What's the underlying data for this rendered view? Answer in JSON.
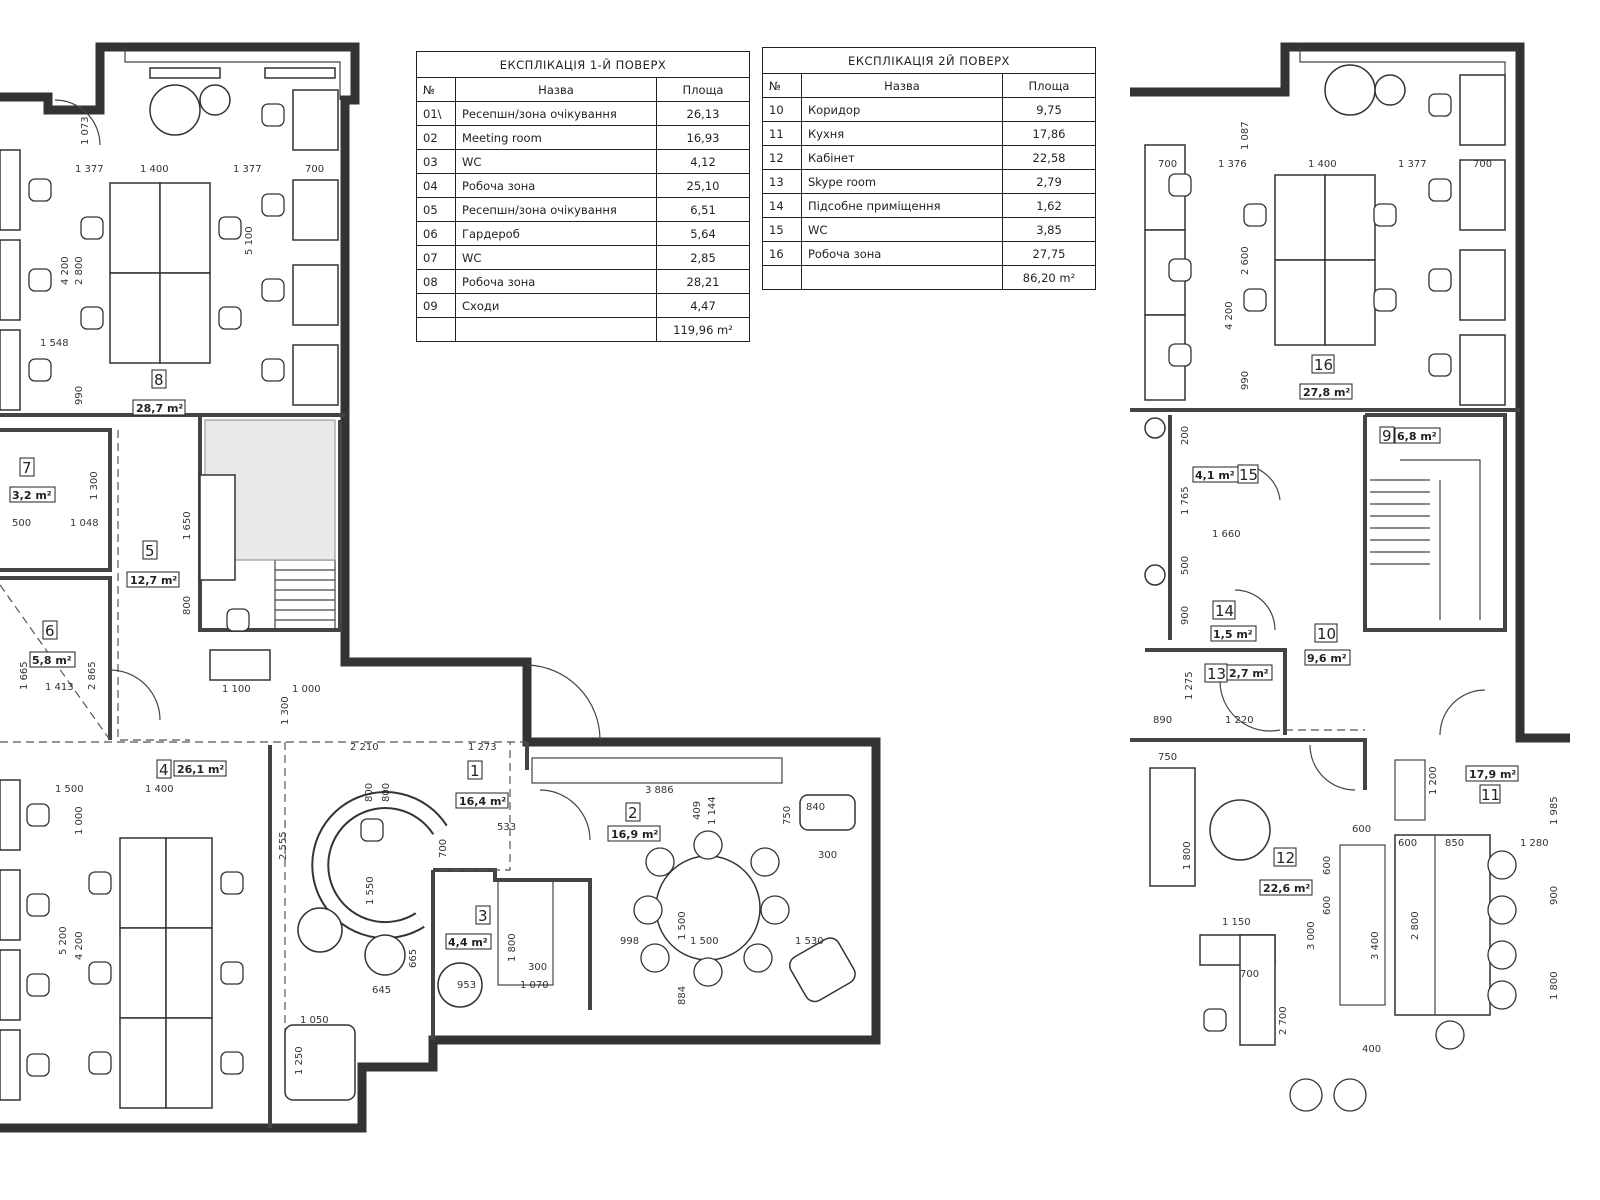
{
  "table1": {
    "title": "ЕКСПЛІКАЦІЯ 1-Й ПОВЕРХ",
    "headers": [
      "№",
      "Назва",
      "Площа"
    ],
    "rows": [
      [
        "01\\",
        "Ресепшн/зона очікування",
        "26,13"
      ],
      [
        "02",
        "Meeting room",
        "16,93"
      ],
      [
        "03",
        "WC",
        "4,12"
      ],
      [
        "04",
        "Робоча зона",
        "25,10"
      ],
      [
        "05",
        "Ресепшн/зона очікування",
        "6,51"
      ],
      [
        "06",
        "Гардероб",
        "5,64"
      ],
      [
        "07",
        "WC",
        "2,85"
      ],
      [
        "08",
        "Робоча зона",
        "28,21"
      ],
      [
        "09",
        "Сходи",
        "4,47"
      ]
    ],
    "total": "119,96 m²"
  },
  "table2": {
    "title": "ЕКСПЛІКАЦІЯ 2Й ПОВЕРХ",
    "headers": [
      "№",
      "Назва",
      "Площа"
    ],
    "rows": [
      [
        "10",
        "Коридор",
        "9,75"
      ],
      [
        "11",
        "Кухня",
        "17,86"
      ],
      [
        "12",
        "Кабінет",
        "22,58"
      ],
      [
        "13",
        "Skype room",
        "2,79"
      ],
      [
        "14",
        "Підсобне приміщення",
        "1,62"
      ],
      [
        "15",
        "WC",
        "3,85"
      ],
      [
        "16",
        "Робоча зона",
        "27,75"
      ]
    ],
    "total": "86,20 m²"
  },
  "rooms": {
    "r8": {
      "num": "8",
      "area": "28,7 m²"
    },
    "r7": {
      "num": "7",
      "area": "3,2 m²"
    },
    "r5": {
      "num": "5",
      "area": "12,7 m²"
    },
    "r6": {
      "num": "6",
      "area": "5,8 m²"
    },
    "r4": {
      "num": "4",
      "area": "26,1 m²"
    },
    "r1": {
      "num": "1",
      "area": "16,4 m²"
    },
    "r2": {
      "num": "2",
      "area": "16,9 m²"
    },
    "r3": {
      "num": "3",
      "area": "4,4 m²"
    },
    "r16": {
      "num": "16",
      "area": "27,8 m²"
    },
    "r9": {
      "num": "9",
      "area": "6,8 m²"
    },
    "r15": {
      "num": "15",
      "area": "4,1 m²"
    },
    "r14": {
      "num": "14",
      "area": "1,5 m²"
    },
    "r10": {
      "num": "10",
      "area": "9,6 m²"
    },
    "r13": {
      "num": "13",
      "area": "2,7 m²"
    },
    "r12": {
      "num": "12",
      "area": "22,6 m²"
    },
    "r11": {
      "num": "11",
      "area": "17,9 m²"
    }
  },
  "dims": {
    "d1": "1 377",
    "d2": "1 400",
    "d3": "1 377",
    "d4": "700",
    "d5": "1 073",
    "d6": "5 100",
    "d7": "2 800",
    "d8": "4 200",
    "d9": "1 548",
    "d10": "990",
    "d11": "1 650",
    "d12": "800",
    "d13": "500",
    "d14": "1 048",
    "d15": "1 300",
    "d16": "1 413",
    "d17": "2 865",
    "d18": "1 665",
    "d19": "1 100",
    "d20": "1 000",
    "d21": "1 300",
    "d22": "2 210",
    "d23": "1 273",
    "d24": "1 500",
    "d25": "1 400",
    "d26": "1 000",
    "d27": "5 200",
    "d28": "4 200",
    "d29": "2 555",
    "d30": "533",
    "d31": "700",
    "d32": "3 886",
    "d33": "1 144",
    "d34": "409",
    "d35": "840",
    "d36": "750",
    "d37": "300",
    "d38": "1 500",
    "d39": "998",
    "d40": "1 500",
    "d41": "1 530",
    "d42": "884",
    "d43": "1 800",
    "d44": "300",
    "d45": "1 070",
    "d46": "953",
    "d47": "665",
    "d48": "645",
    "d49": "1 050",
    "d50": "1 250",
    "d51": "1 550",
    "d52": "800",
    "d53": "800",
    "e1": "700",
    "e2": "1 376",
    "e3": "1 400",
    "e4": "1 377",
    "e5": "700",
    "e6": "1 087",
    "e7": "2 600",
    "e8": "4 200",
    "e9": "990",
    "e10": "200",
    "e11": "1 765",
    "e12": "1 660",
    "e13": "500",
    "e14": "900",
    "e15": "1 275",
    "e16": "890",
    "e17": "1 220",
    "e18": "750",
    "e19": "1 800",
    "e20": "1 200",
    "e21": "600",
    "e22": "600",
    "e23": "850",
    "e24": "1 280",
    "e25": "1 985",
    "e26": "900",
    "e27": "1 150",
    "e28": "700",
    "e29": "3 000",
    "e30": "2 700",
    "e31": "3 400",
    "e32": "2 800",
    "e33": "1 800",
    "e34": "400",
    "e35": "600",
    "e36": "600"
  }
}
